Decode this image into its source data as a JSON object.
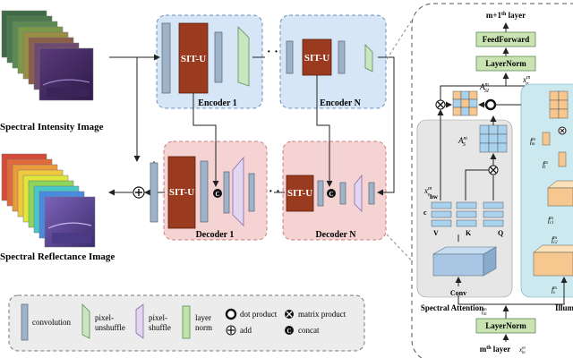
{
  "inputs": {
    "intensity_label": "Spectral Intensity Image",
    "reflectance_label": "Spectral Reflectance Image"
  },
  "encoder": {
    "situ": "SIT-U",
    "stage1_label": "Encoder 1",
    "stageN_label": "Encoder N"
  },
  "decoder": {
    "situ": "SIT-U",
    "stage1_label": "Decoder 1",
    "stageN_label": "Decoder N"
  },
  "legend": {
    "convolution": "convolution",
    "pixel_unshuffle_1": "pixel-",
    "pixel_unshuffle_2": "unshuffle",
    "pixel_shuffle_1": "pixel-",
    "pixel_shuffle_2": "shuffle",
    "layer_norm_1": "layer",
    "layer_norm_2": "norm",
    "dot_product": "dot product",
    "add": "add",
    "matrix_product": "matrix product",
    "concat": "concat"
  },
  "detail": {
    "output_layer": "m+1",
    "output_layer_sup": "th",
    "output_layer_suffix": " layer",
    "feedforward": "FeedForward",
    "layernorm_top": "LayerNorm",
    "layernorm_bottom": "LayerNorm",
    "input_layer": "m",
    "input_layer_sup": "th",
    "input_layer_suffix": " layer",
    "spectral_attention": "Spectral Attention",
    "illumination": "Illumination",
    "conv": "Conv",
    "v": "V",
    "k": "K",
    "q": "Q",
    "c": "c",
    "hw": "hw",
    "concat_symbol": "C",
    "plus_symbol": "+",
    "x_symbol": "×",
    "xa": "x",
    "xa_sup": "m",
    "xa_sub": "α",
    "asi": "A",
    "asi_sup": "m",
    "asi_sub": "SI",
    "as": "A",
    "as_sup": "m",
    "as_sub": "S",
    "xv": "x",
    "xv_sup": "m",
    "xv_sub": "v",
    "fm": "f",
    "fm_sup": "m",
    "fm_sub": "m",
    "fn": "f",
    "fn_sup": "m",
    "fn_sub": "n",
    "fl": "f",
    "fl_sup": "m",
    "fl_sub": "l",
    "fc1": "f",
    "fc1_sup": "m",
    "fc1_sub": "c1",
    "fin": "f",
    "fin_sup": "m",
    "fin_sub": "in",
    "fj": "f",
    "fj_sup": "m",
    "fj_sub": "j",
    "fc2": "f",
    "fc2_sup": "m",
    "fc2_sub": "c2",
    "fs": "f",
    "fs_sup": "m",
    "fs_sub": "s",
    "xin": "x",
    "xin_sup": "m",
    "xin_sub": "in"
  },
  "colors": {
    "encoder_bg": "#d7e6f7",
    "decoder_bg": "#f6d3d3",
    "situ_fill": "#9a3a1e",
    "conv_fill": "#9fb3c8",
    "unshuffle_fill": "#c9e6c0",
    "shuffle_fill": "#e3d6f0",
    "norm_fill": "#bfe3a8",
    "ffn_box": "#c9e3b2",
    "attention_bg": "#e6e6e6",
    "illumination_bg": "#cbe9ef",
    "legend_bg": "#ececec",
    "cell_orange": "#f6c890",
    "cell_blue": "#a9d2ef"
  }
}
